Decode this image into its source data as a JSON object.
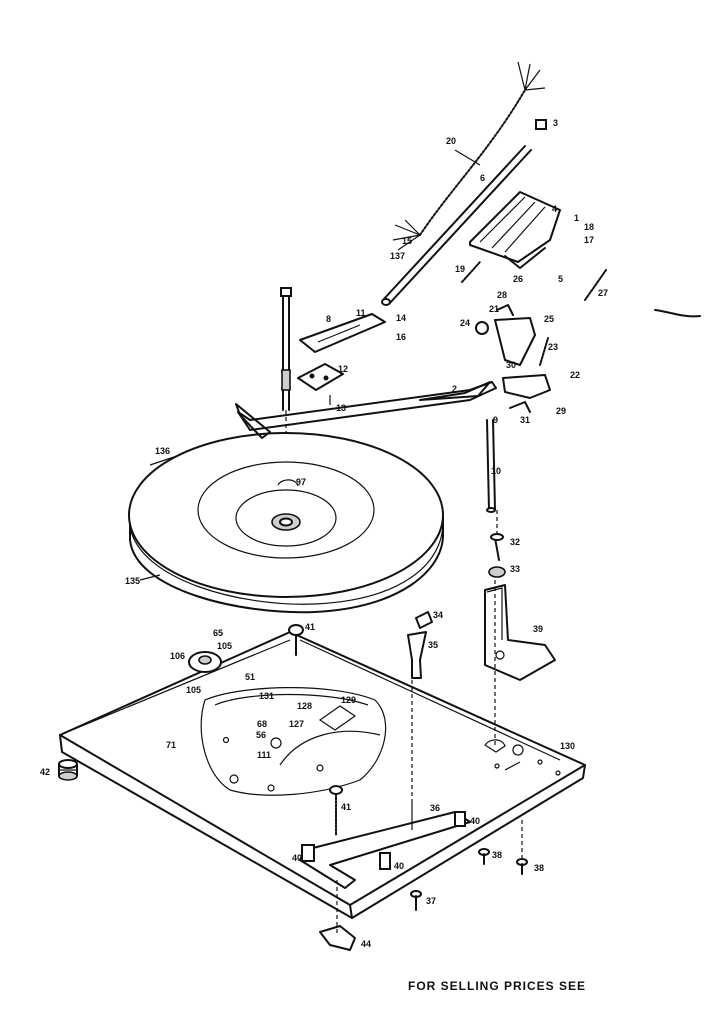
{
  "labels": {
    "p1": "1",
    "p2": "2",
    "p3": "3",
    "p4": "4",
    "p5": "5",
    "p6": "6",
    "p8": "8",
    "p9": "9",
    "p10": "10",
    "p11": "11",
    "p12": "12",
    "p13": "13",
    "p14": "14",
    "p15": "15",
    "p16": "16",
    "p17": "17",
    "p18": "18",
    "p19": "19",
    "p20": "20",
    "p21": "21",
    "p22": "22",
    "p23": "23",
    "p24": "24",
    "p25": "25",
    "p26": "26",
    "p27": "27",
    "p28": "28",
    "p29": "29",
    "p30": "30",
    "p31": "31",
    "p32": "32",
    "p33": "33",
    "p34": "34",
    "p35": "35",
    "p36": "36",
    "p37": "37",
    "p38a": "38",
    "p38b": "38",
    "p39": "39",
    "p40a": "40",
    "p40b": "40",
    "p40c": "40",
    "p41a": "41",
    "p41b": "41",
    "p42": "42",
    "p44": "44",
    "p51": "51",
    "p56": "56",
    "p65": "65",
    "p68": "68",
    "p71": "71",
    "p97": "97",
    "p105a": "105",
    "p105b": "105",
    "p106": "106",
    "p111": "111",
    "p127": "127",
    "p128": "128",
    "p129": "129",
    "p130": "130",
    "p131": "131",
    "p135": "135",
    "p136": "136",
    "p137": "137"
  },
  "footer": "FOR SELLING PRICES SEE"
}
